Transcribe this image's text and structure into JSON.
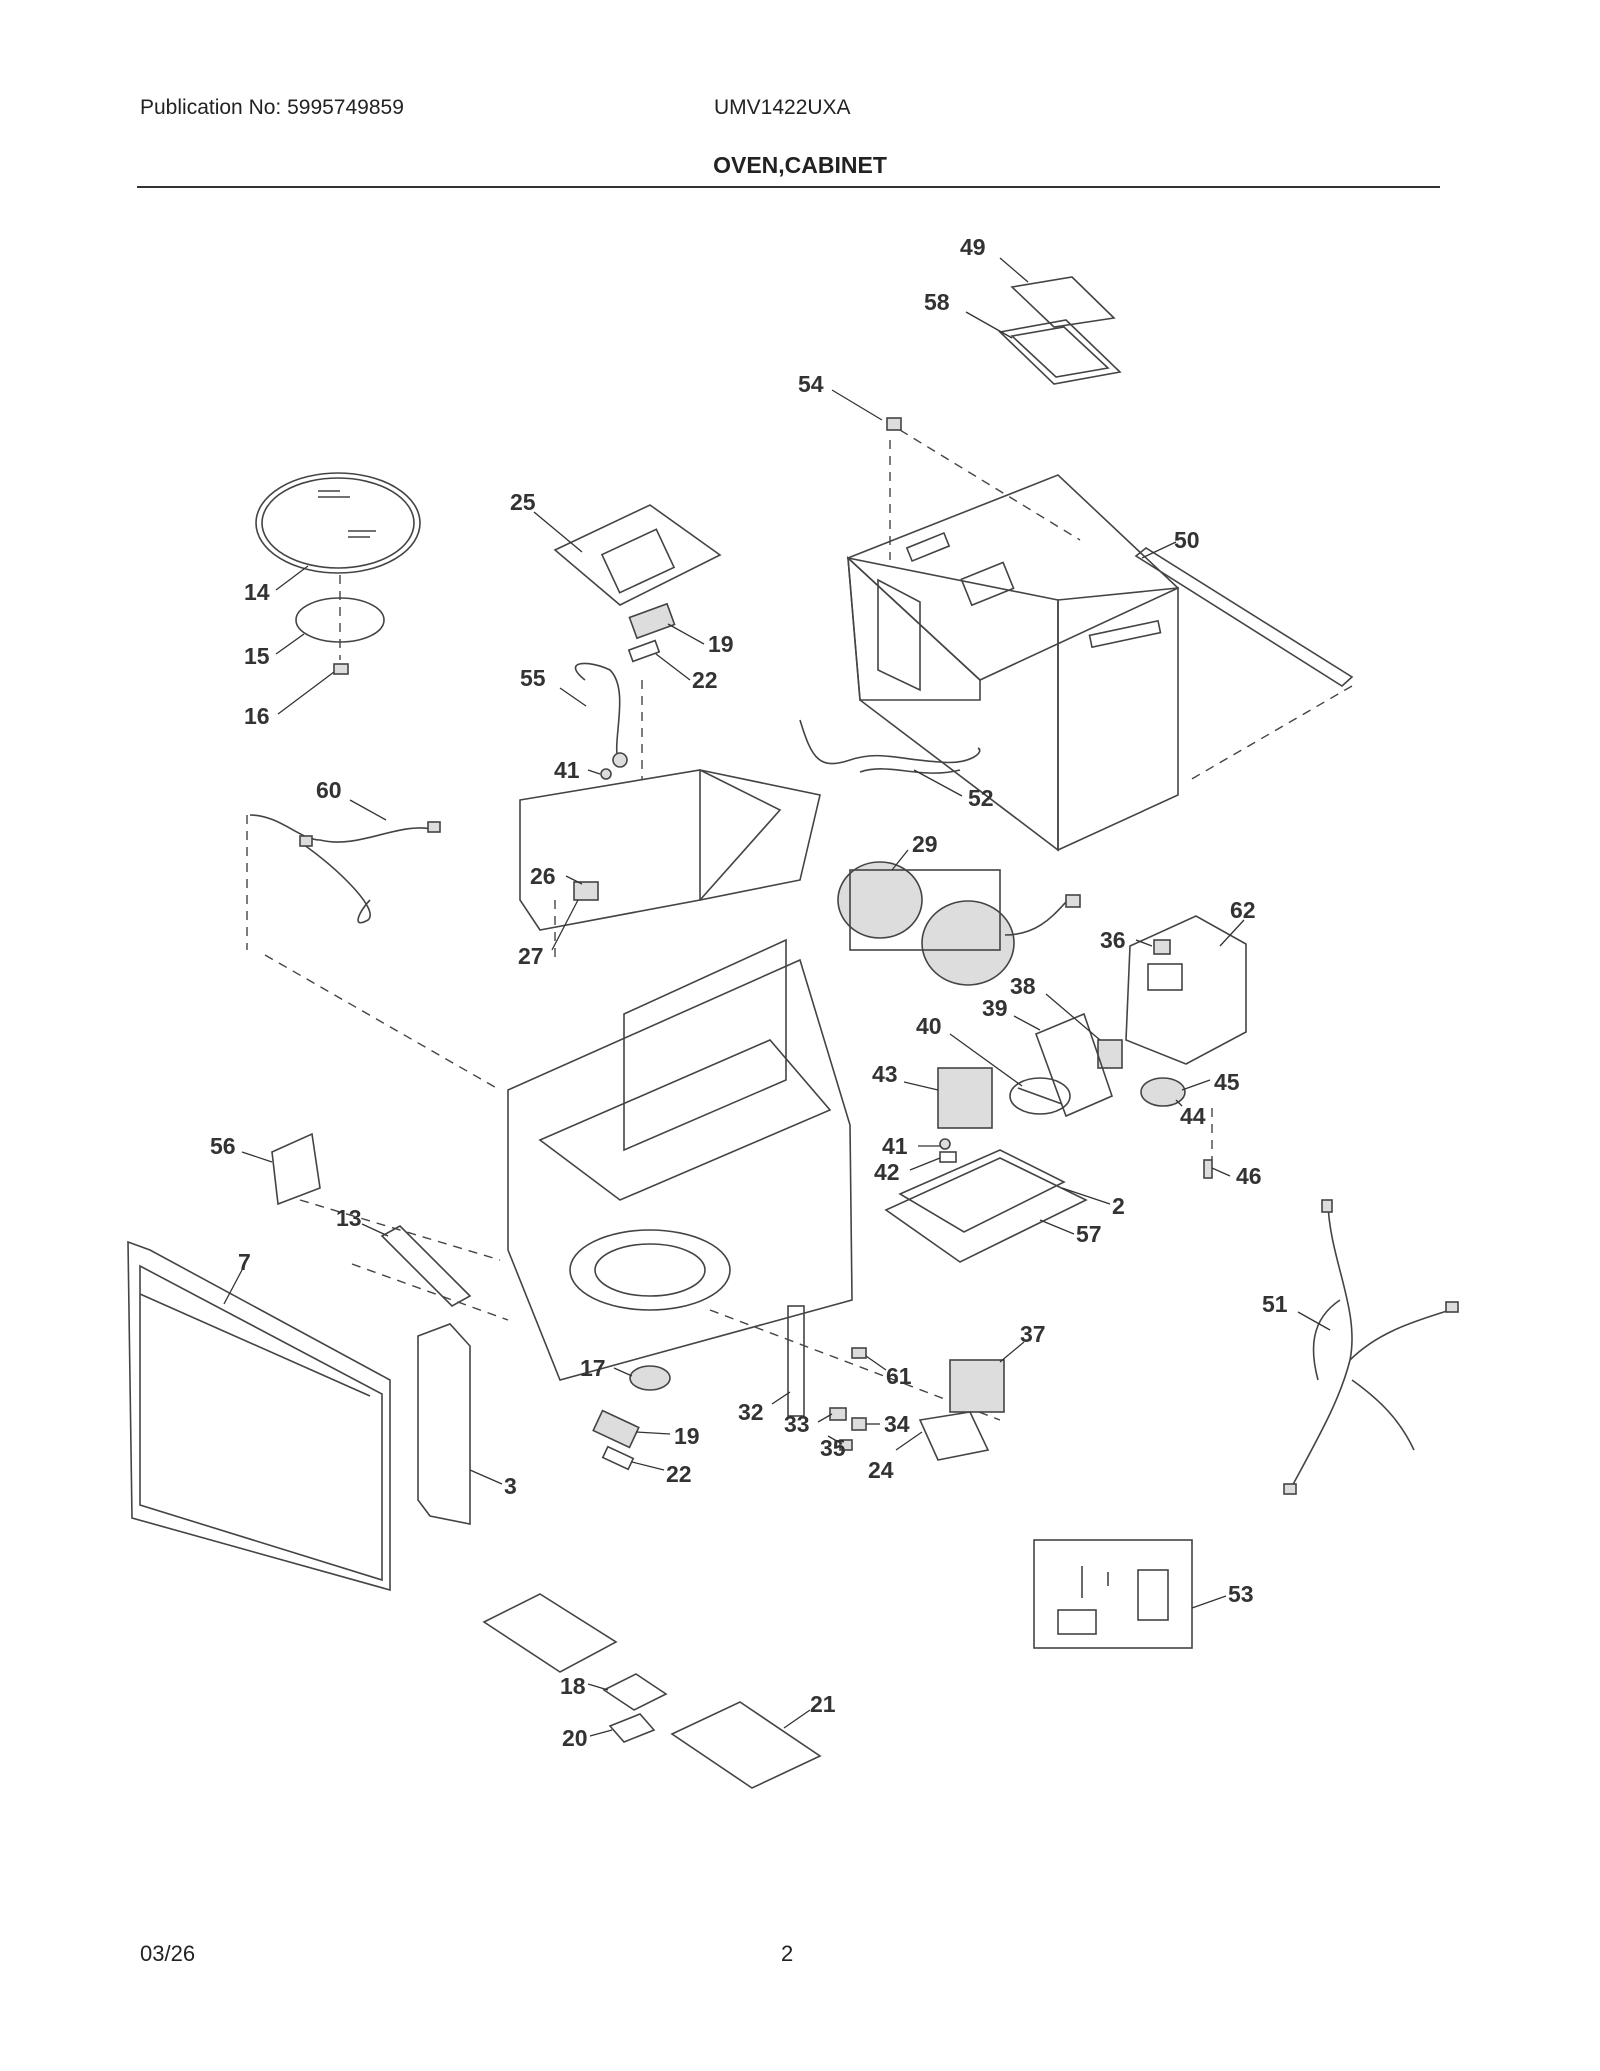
{
  "header": {
    "publication": "Publication No: 5995749859",
    "model": "UMV1422UXA",
    "title": "OVEN,CABINET"
  },
  "footer": {
    "date": "03/26",
    "page": "2"
  },
  "callouts": [
    {
      "id": "c49",
      "label": "49"
    },
    {
      "id": "c58",
      "label": "58"
    },
    {
      "id": "c54",
      "label": "54"
    },
    {
      "id": "c25",
      "label": "25"
    },
    {
      "id": "c50",
      "label": "50"
    },
    {
      "id": "c14",
      "label": "14"
    },
    {
      "id": "c15",
      "label": "15"
    },
    {
      "id": "c16",
      "label": "16"
    },
    {
      "id": "c19a",
      "label": "19"
    },
    {
      "id": "c22a",
      "label": "22"
    },
    {
      "id": "c55",
      "label": "55"
    },
    {
      "id": "c41a",
      "label": "41"
    },
    {
      "id": "c52",
      "label": "52"
    },
    {
      "id": "c60",
      "label": "60"
    },
    {
      "id": "c29",
      "label": "29"
    },
    {
      "id": "c62",
      "label": "62"
    },
    {
      "id": "c26",
      "label": "26"
    },
    {
      "id": "c36",
      "label": "36"
    },
    {
      "id": "c27",
      "label": "27"
    },
    {
      "id": "c38",
      "label": "38"
    },
    {
      "id": "c39",
      "label": "39"
    },
    {
      "id": "c40",
      "label": "40"
    },
    {
      "id": "c43",
      "label": "43"
    },
    {
      "id": "c45",
      "label": "45"
    },
    {
      "id": "c44",
      "label": "44"
    },
    {
      "id": "c41b",
      "label": "41"
    },
    {
      "id": "c42",
      "label": "42"
    },
    {
      "id": "c46",
      "label": "46"
    },
    {
      "id": "c56",
      "label": "56"
    },
    {
      "id": "c2",
      "label": "2"
    },
    {
      "id": "c57",
      "label": "57"
    },
    {
      "id": "c13",
      "label": "13"
    },
    {
      "id": "c7",
      "label": "7"
    },
    {
      "id": "c51",
      "label": "51"
    },
    {
      "id": "c37",
      "label": "37"
    },
    {
      "id": "c17",
      "label": "17"
    },
    {
      "id": "c61",
      "label": "61"
    },
    {
      "id": "c32",
      "label": "32"
    },
    {
      "id": "c33",
      "label": "33"
    },
    {
      "id": "c34",
      "label": "34"
    },
    {
      "id": "c35",
      "label": "35"
    },
    {
      "id": "c19b",
      "label": "19"
    },
    {
      "id": "c24",
      "label": "24"
    },
    {
      "id": "c22b",
      "label": "22"
    },
    {
      "id": "c3",
      "label": "3"
    },
    {
      "id": "c53",
      "label": "53"
    },
    {
      "id": "c18",
      "label": "18"
    },
    {
      "id": "c21",
      "label": "21"
    },
    {
      "id": "c20",
      "label": "20"
    }
  ]
}
